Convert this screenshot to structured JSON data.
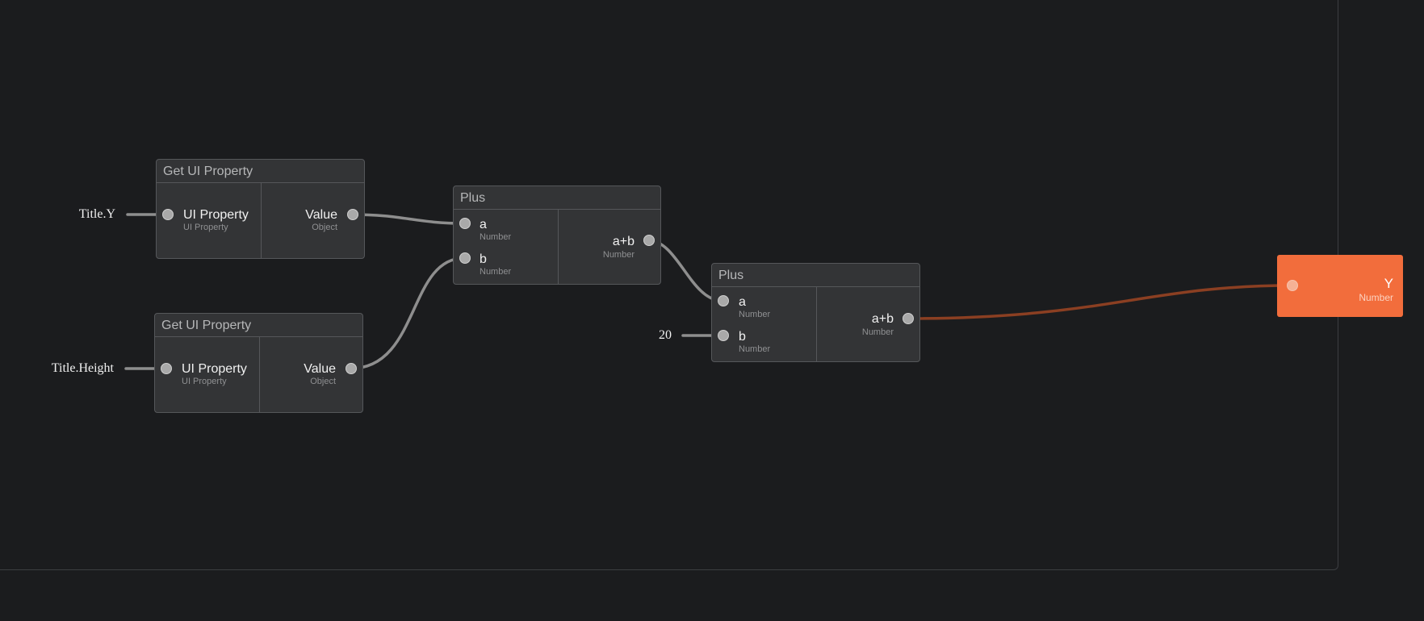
{
  "colors": {
    "background": "#1b1c1e",
    "node_fill": "#333436",
    "node_border": "#55575a",
    "wire": "#8e8e8e",
    "output_wire": "#8b3f22",
    "output_node": "#f26d3c"
  },
  "nodes": {
    "get_ui_property_1": {
      "title": "Get UI Property",
      "input": {
        "name": "UI Property",
        "type": "UI Property"
      },
      "output": {
        "name": "Value",
        "type": "Object"
      }
    },
    "get_ui_property_2": {
      "title": "Get UI Property",
      "input": {
        "name": "UI Property",
        "type": "UI Property"
      },
      "output": {
        "name": "Value",
        "type": "Object"
      }
    },
    "plus_1": {
      "title": "Plus",
      "inputs": [
        {
          "name": "a",
          "type": "Number"
        },
        {
          "name": "b",
          "type": "Number"
        }
      ],
      "output": {
        "name": "a+b",
        "type": "Number"
      }
    },
    "plus_2": {
      "title": "Plus",
      "inputs": [
        {
          "name": "a",
          "type": "Number"
        },
        {
          "name": "b",
          "type": "Number"
        }
      ],
      "output": {
        "name": "a+b",
        "type": "Number"
      }
    },
    "output": {
      "name": "Y",
      "type": "Number"
    }
  },
  "constants": {
    "title_y": "Title.Y",
    "title_height": "Title.Height",
    "twenty": "20"
  }
}
